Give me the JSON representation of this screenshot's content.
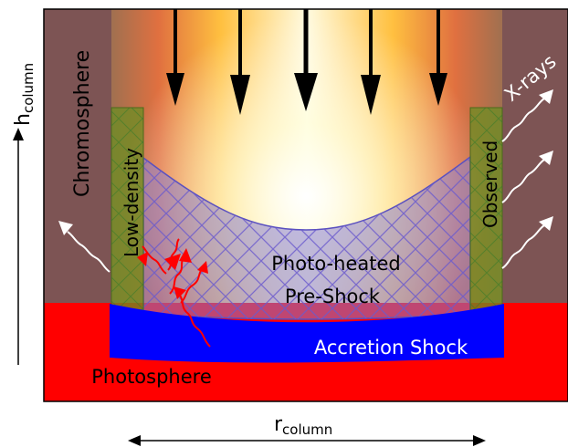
{
  "labels": {
    "chromosphere": "Chromosphere",
    "photosphere": "Photosphere",
    "low_density": "Low-density",
    "observed": "Observed",
    "xrays": "X-rays",
    "preshock_line1": "Photo-heated",
    "preshock_line2": "Pre-Shock",
    "accretion_shock": "Accretion Shock"
  },
  "axes": {
    "h_base": "h",
    "h_sub": "column",
    "r_base": "r",
    "r_sub": "column"
  },
  "colors": {
    "chromosphere": "#7d5454",
    "photosphere": "#ff0000",
    "accretion_shock": "#0000ff",
    "preshock_hatch": "#6a5acd",
    "column_band": "#6b8e23",
    "arrows": "#000000",
    "photon_arrows": "#ff0000",
    "xray_arrows": "#ffffff"
  }
}
